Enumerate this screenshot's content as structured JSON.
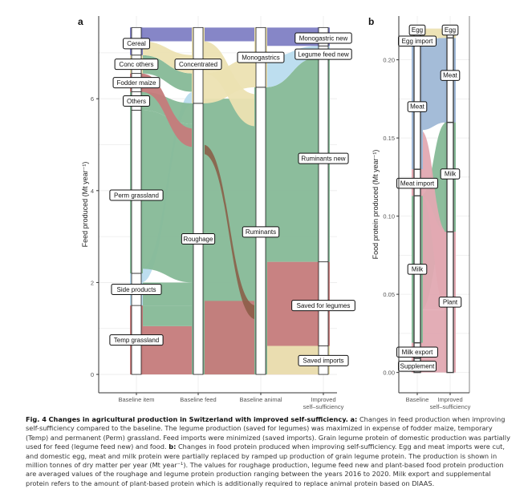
{
  "panels": {
    "a_letter": "a",
    "b_letter": "b"
  },
  "chart_data": [
    {
      "type": "alluvial",
      "panel": "a",
      "ylabel": "Feed produced (Mt year⁻¹)",
      "ylim": [
        -0.4,
        7.8
      ],
      "yticks": [
        0,
        2,
        4,
        6
      ],
      "ytick_labels": [
        "0",
        "2",
        "4",
        "6"
      ],
      "grid": true,
      "axes": [
        "Baseline item",
        "Baseline feed",
        "Baseline animal",
        "Improved self-sufficiency"
      ],
      "axis_labels": [
        "Baseline item",
        "Baseline feed",
        "Baseline animal",
        "Improved\nself–sufficiency"
      ],
      "strata": {
        "Baseline item": [
          {
            "name": "Temp grassland",
            "from": 0.0,
            "to": 1.5
          },
          {
            "name": "Side products",
            "from": 1.5,
            "to": 2.2
          },
          {
            "name": "Perm grassland",
            "from": 2.2,
            "to": 5.75
          },
          {
            "name": "Others",
            "from": 5.75,
            "to": 6.15
          },
          {
            "name": "Fodder maize",
            "from": 6.15,
            "to": 6.55
          },
          {
            "name": "Conc others",
            "from": 6.55,
            "to": 6.95
          },
          {
            "name": "Cereal",
            "from": 6.95,
            "to": 7.55
          }
        ],
        "Baseline feed": [
          {
            "name": "Roughage",
            "from": 0.0,
            "to": 5.9
          },
          {
            "name": "Concentrated",
            "from": 5.9,
            "to": 7.55
          }
        ],
        "Baseline animal": [
          {
            "name": "Ruminants",
            "from": 0.0,
            "to": 6.25
          },
          {
            "name": "Monogastrics",
            "from": 6.25,
            "to": 7.55
          }
        ],
        "Improved self-sufficiency": [
          {
            "name": "Saved imports",
            "from": 0.0,
            "to": 0.62
          },
          {
            "name": "Saved for legumes",
            "from": 0.62,
            "to": 2.45
          },
          {
            "name": "Ruminants new",
            "from": 2.45,
            "to": 6.9
          },
          {
            "name": "Legume feed new",
            "from": 6.9,
            "to": 7.15
          },
          {
            "name": "Monogastric new",
            "from": 7.15,
            "to": 7.55
          }
        ]
      },
      "flow_colors": {
        "cereal": "#7f7fc4",
        "conc": "#ece2b2",
        "legume": "#b9dcee",
        "grass": "#86b997",
        "maize": "#c57b7b",
        "brown": "#8a5a44"
      }
    },
    {
      "type": "alluvial",
      "panel": "b",
      "ylabel": "Food protein produced (Mt year⁻¹)",
      "ylim": [
        -0.013,
        0.228
      ],
      "yticks": [
        0.0,
        0.05,
        0.1,
        0.15,
        0.2
      ],
      "ytick_labels": [
        "0.00",
        "0.05",
        "0.10",
        "0.15",
        "0.20"
      ],
      "grid": true,
      "axes": [
        "Baseline",
        "Improved self-sufficiency"
      ],
      "axis_labels": [
        "Baseline",
        "Improved\nself–sufficiency"
      ],
      "strata": {
        "Baseline": [
          {
            "name": "Supplement",
            "from": 0.0,
            "to": 0.009
          },
          {
            "name": "Milk export",
            "from": 0.009,
            "to": 0.019
          },
          {
            "name": "Milk",
            "from": 0.019,
            "to": 0.113
          },
          {
            "name": "Meat import",
            "from": 0.113,
            "to": 0.13
          },
          {
            "name": "Meat",
            "from": 0.13,
            "to": 0.213
          },
          {
            "name": "Egg import",
            "from": 0.213,
            "to": 0.218
          },
          {
            "name": "Egg",
            "from": 0.218,
            "to": 0.22
          }
        ],
        "Improved self-sufficiency": [
          {
            "name": "Plant",
            "from": 0.0,
            "to": 0.09
          },
          {
            "name": "Milk",
            "from": 0.09,
            "to": 0.16
          },
          {
            "name": "Meat",
            "from": 0.16,
            "to": 0.214
          },
          {
            "name": "Egg",
            "from": 0.214,
            "to": 0.22
          }
        ]
      },
      "flow_colors": {
        "egg": "#ece2b2",
        "meat": "#9fb8d6",
        "milk": "#86b997",
        "plant": "#e2a9b2"
      }
    }
  ],
  "caption": {
    "fig_label": "Fig. 4",
    "title": "Changes in agricultural production in Switzerland with improved self-sufficiency.",
    "a_label": "a:",
    "a_text": "Changes in feed production when improving self-sufficiency compared to the baseline. The legume production (saved for legumes) was maximized in expense of fodder maize, temporary (Temp) and permanent (Perm) grassland. Feed imports were minimized (saved imports). Grain legume protein of domestic production was partially used for feed (legume feed new) and food.",
    "b_label": "b:",
    "b_text": "Changes in food protein produced when improving self-sufficiency. Egg and meat imports were cut, and domestic egg, meat and milk protein were partially replaced by ramped up production of grain legume protein. The production is shown in million tonnes of dry matter per year (Mt year⁻¹). The values for roughage production, legume feed new and plant-based food protein production are averaged values of the roughage and legume protein production ranging between the years 2016 to 2020. Milk export and supplemental protein refers to the amount of plant-based protein which is additionally required to replace animal protein based on DIAAS."
  }
}
